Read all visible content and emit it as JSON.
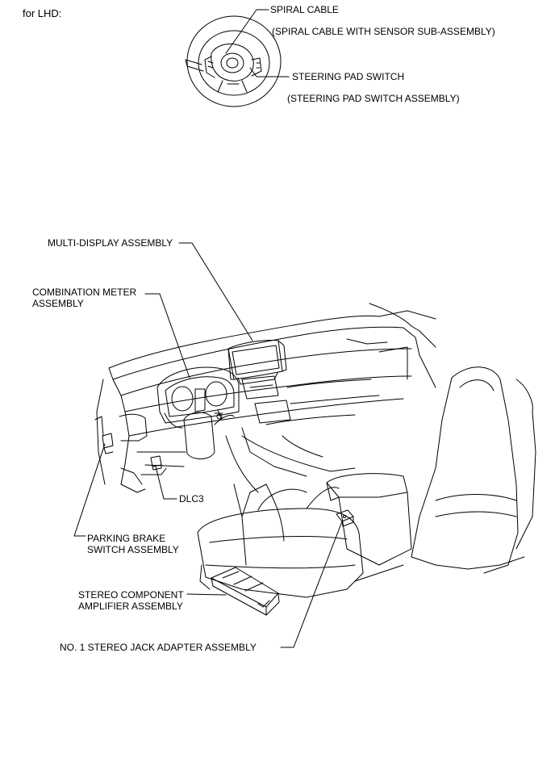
{
  "header": {
    "text": "for LHD:"
  },
  "labels": {
    "spiral_cable": "SPIRAL CABLE",
    "spiral_cable_sub": "(SPIRAL CABLE WITH SENSOR SUB-ASSEMBLY)",
    "steering_pad_switch": "STEERING PAD SWITCH",
    "steering_pad_switch_sub": "(STEERING PAD SWITCH ASSEMBLY)",
    "multi_display": "MULTI-DISPLAY ASSEMBLY",
    "combination_meter_1": "COMBINATION METER",
    "combination_meter_2": "ASSEMBLY",
    "dlc3": "DLC3",
    "parking_brake_1": "PARKING BRAKE",
    "parking_brake_2": "SWITCH ASSEMBLY",
    "stereo_amp_1": "STEREO COMPONENT",
    "stereo_amp_2": "AMPLIFIER ASSEMBLY",
    "stereo_jack": "NO. 1 STEREO JACK ADAPTER ASSEMBLY"
  }
}
